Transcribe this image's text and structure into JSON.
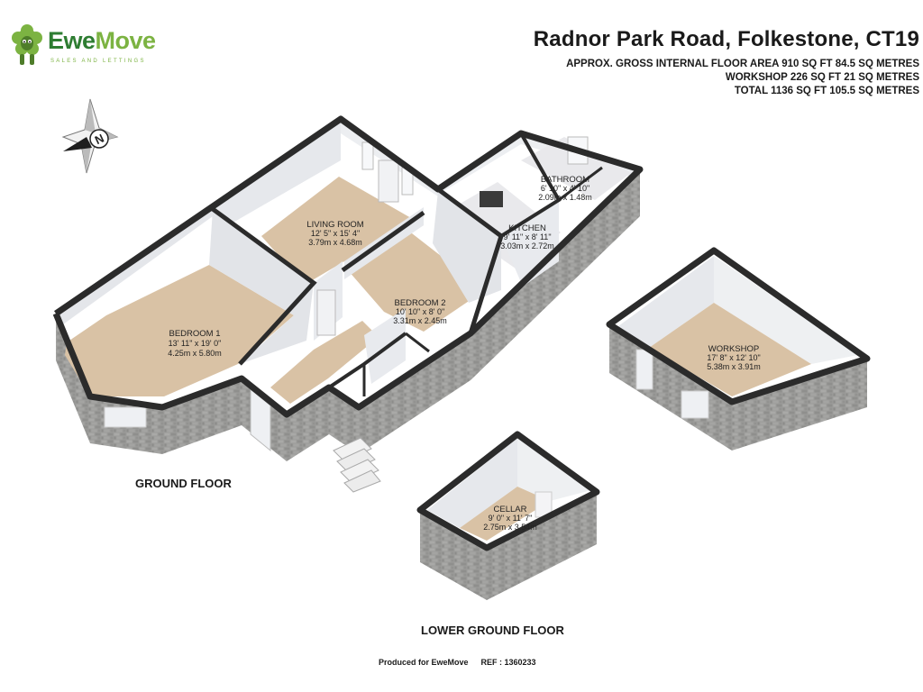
{
  "brand": {
    "name_part1": "Ewe",
    "name_part2": "Move",
    "tagline": "SALES AND LETTINGS",
    "green": "#7cb342"
  },
  "header": {
    "title": "Radnor Park Road, Folkestone, CT19",
    "line1": "APPROX. GROSS INTERNAL FLOOR AREA 910 SQ FT 84.5 SQ METRES",
    "line2": "WORKSHOP 226 SQ FT 21 SQ METRES",
    "line3": "TOTAL 1136 SQ FT 105.5 SQ METRES"
  },
  "compass": {
    "label": "N",
    "icon": "compass-icon"
  },
  "floors": {
    "ground": "GROUND FLOOR",
    "lower": "LOWER GROUND FLOOR"
  },
  "rooms": {
    "bedroom1": {
      "name": "BEDROOM 1",
      "imperial": "13' 11\" x 19' 0\"",
      "metric": "4.25m x 5.80m"
    },
    "living": {
      "name": "LIVING ROOM",
      "imperial": "12' 5\" x 15' 4\"",
      "metric": "3.79m x 4.68m"
    },
    "bedroom2": {
      "name": "BEDROOM 2",
      "imperial": "10' 10\" x 8' 0\"",
      "metric": "3.31m x 2.45m"
    },
    "kitchen": {
      "name": "KITCHEN",
      "imperial": "9' 11\" x 8' 11\"",
      "metric": "3.03m x 2.72m"
    },
    "bathroom": {
      "name": "BATHROOM",
      "imperial": "6' 10\" x 4' 10\"",
      "metric": "2.09m x 1.48m"
    },
    "workshop": {
      "name": "WORKSHOP",
      "imperial": "17' 8\" x 12' 10\"",
      "metric": "5.38m x 3.91m"
    },
    "cellar": {
      "name": "CELLAR",
      "imperial": "9' 0\" x 11' 7\"",
      "metric": "2.75m x 3.54m"
    }
  },
  "footer": {
    "produced": "Produced for EweMove",
    "ref": "REF : 1360233"
  },
  "colors": {
    "floor": "#d9c2a5",
    "wall_top": "#2b2b2b",
    "brick": "#9a9a98",
    "inner_wall": "#e4e6ea"
  }
}
